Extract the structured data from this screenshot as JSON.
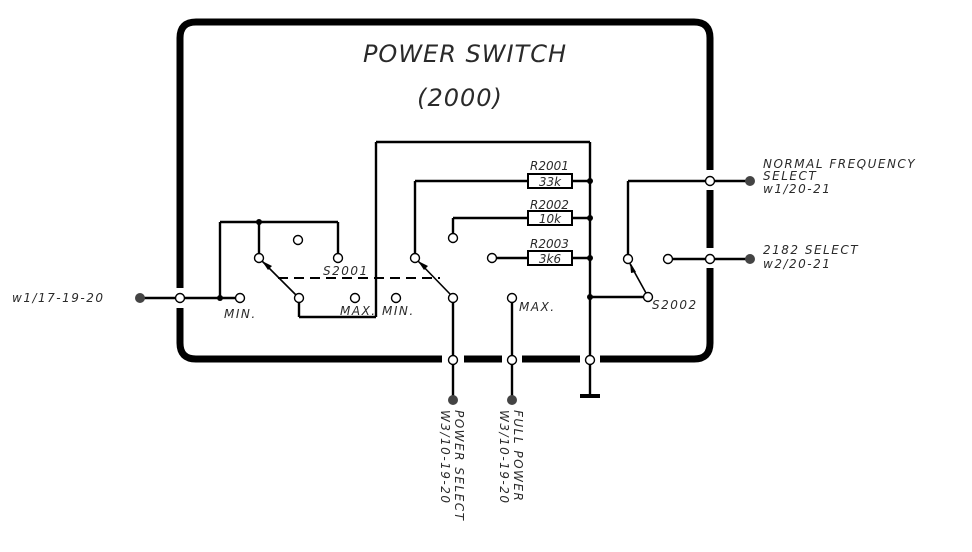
{
  "title": "POWER SWITCH",
  "subtitle": "(2000)",
  "switches": {
    "s2001": "S2001",
    "s2002": "S2002"
  },
  "positions": {
    "min_a": "MIN.",
    "max_a": "MAX.",
    "min_b": "MIN.",
    "max_b": "MAX."
  },
  "resistors": [
    {
      "ref": "R2001",
      "value": "33k"
    },
    {
      "ref": "R2002",
      "value": "10k"
    },
    {
      "ref": "R2003",
      "value": "3k6"
    }
  ],
  "connectors": {
    "left": "w1/17-19-20",
    "normal_freq_line1": "NORMAL FREQUENCY",
    "normal_freq_line2": "SELECT",
    "normal_freq_line3": "w1/20-21",
    "select_2182_line1": "2182 SELECT",
    "select_2182_line2": "w2/20-21",
    "power_select_line1": "POWER SELECT",
    "power_select_line2": "W3/10-19-20",
    "full_power_line1": "FULL POWER",
    "full_power_line2": "W3/10-19-20"
  }
}
